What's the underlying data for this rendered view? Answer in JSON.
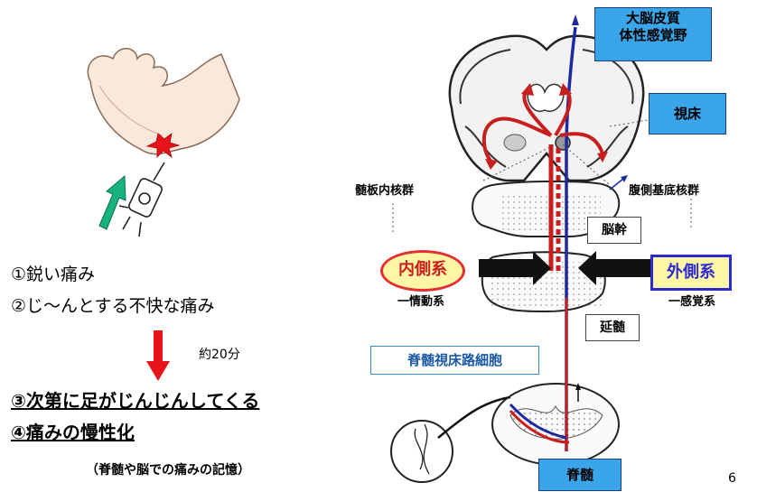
{
  "left": {
    "items": [
      "①鋭い痛み",
      "②じ〜んとする不快な痛み",
      "③次第に足がじんじんしてくる",
      "④痛みの慢性化"
    ],
    "time_label": "約20分",
    "note": "（脊髄や脳での痛みの記憶）"
  },
  "diagram": {
    "cortex_label": "大脳皮質\n体性感覚野",
    "thalamus_label": "視床",
    "intralaminar_label": "髄板内核群",
    "ventrobasal_label": "腹側基底核群",
    "brainstem_label": "脳幹",
    "medial_system": "内側系",
    "lateral_system": "外側系",
    "emotional_system": "一情動系",
    "sensory_system": "一感覚系",
    "medulla_label": "延髄",
    "spinothalamic_label": "脊髄視床路細胞",
    "spinal_cord_label": "脊髄"
  },
  "page_number": "6",
  "colors": {
    "arrow_red": "#e8141c",
    "arrow_green": "#17b27e",
    "box_blue": "#3aa5e8",
    "tract_blue": "#1b2aa0",
    "tract_red": "#c81e1e"
  }
}
